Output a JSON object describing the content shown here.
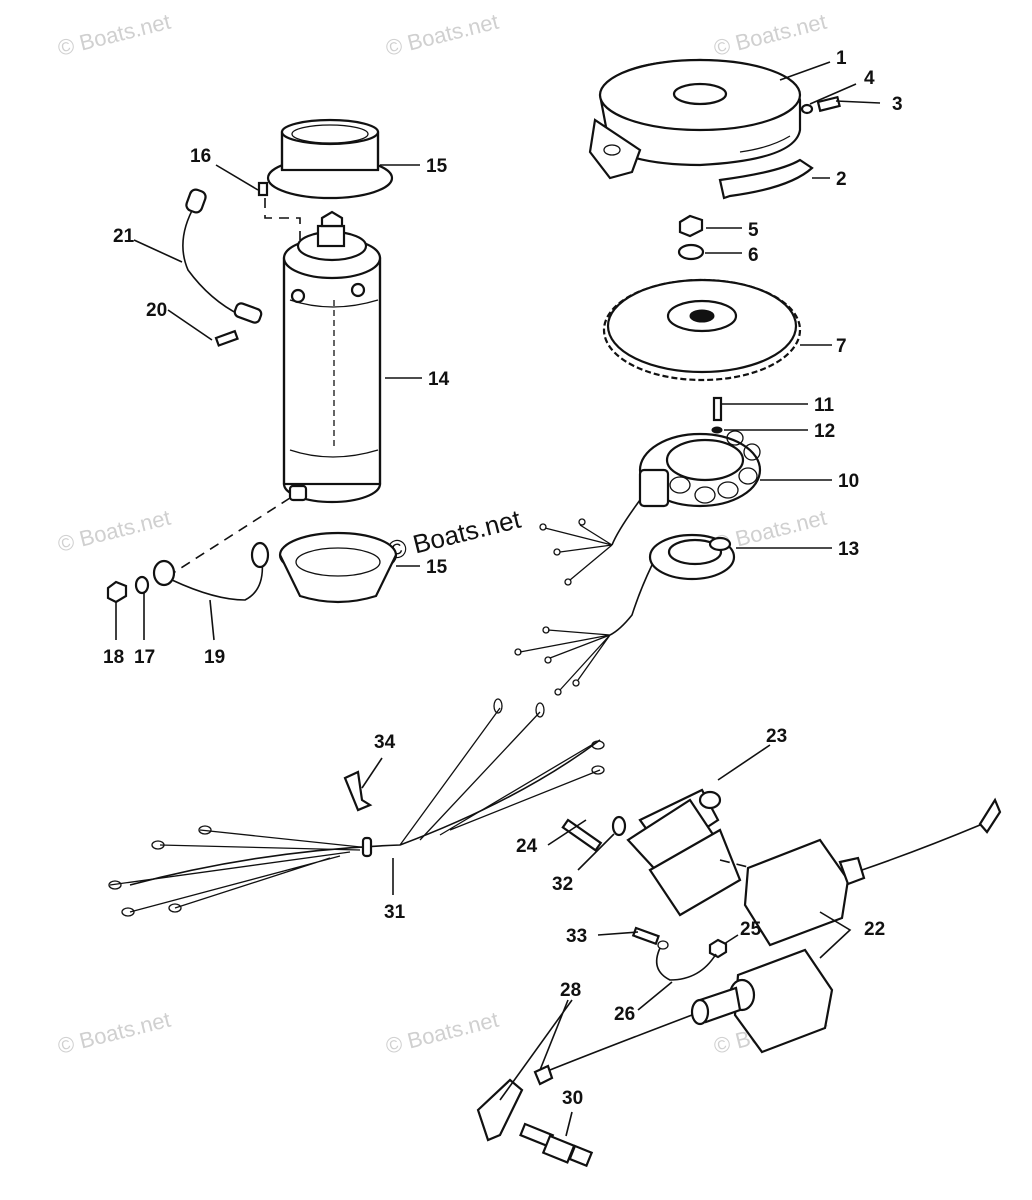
{
  "watermark": {
    "text": "© Boats.net",
    "featured_text": "© Boats.net"
  },
  "callouts": [
    {
      "id": "1",
      "label": "1"
    },
    {
      "id": "2",
      "label": "2"
    },
    {
      "id": "3",
      "label": "3"
    },
    {
      "id": "4",
      "label": "4"
    },
    {
      "id": "5",
      "label": "5"
    },
    {
      "id": "6",
      "label": "6"
    },
    {
      "id": "7",
      "label": "7"
    },
    {
      "id": "10",
      "label": "10"
    },
    {
      "id": "11",
      "label": "11"
    },
    {
      "id": "12",
      "label": "12"
    },
    {
      "id": "13",
      "label": "13"
    },
    {
      "id": "14",
      "label": "14"
    },
    {
      "id": "15a",
      "label": "15"
    },
    {
      "id": "15b",
      "label": "15"
    },
    {
      "id": "16",
      "label": "16"
    },
    {
      "id": "17",
      "label": "17"
    },
    {
      "id": "18",
      "label": "18"
    },
    {
      "id": "19",
      "label": "19"
    },
    {
      "id": "20",
      "label": "20"
    },
    {
      "id": "21",
      "label": "21"
    },
    {
      "id": "22",
      "label": "22"
    },
    {
      "id": "23",
      "label": "23"
    },
    {
      "id": "24",
      "label": "24"
    },
    {
      "id": "25",
      "label": "25"
    },
    {
      "id": "26",
      "label": "26"
    },
    {
      "id": "28",
      "label": "28"
    },
    {
      "id": "30",
      "label": "30"
    },
    {
      "id": "31",
      "label": "31"
    },
    {
      "id": "32",
      "label": "32"
    },
    {
      "id": "33",
      "label": "33"
    },
    {
      "id": "34",
      "label": "34"
    }
  ],
  "colors": {
    "ink": "#111111",
    "watermark": "#d0d0d0",
    "background": "#ffffff"
  }
}
